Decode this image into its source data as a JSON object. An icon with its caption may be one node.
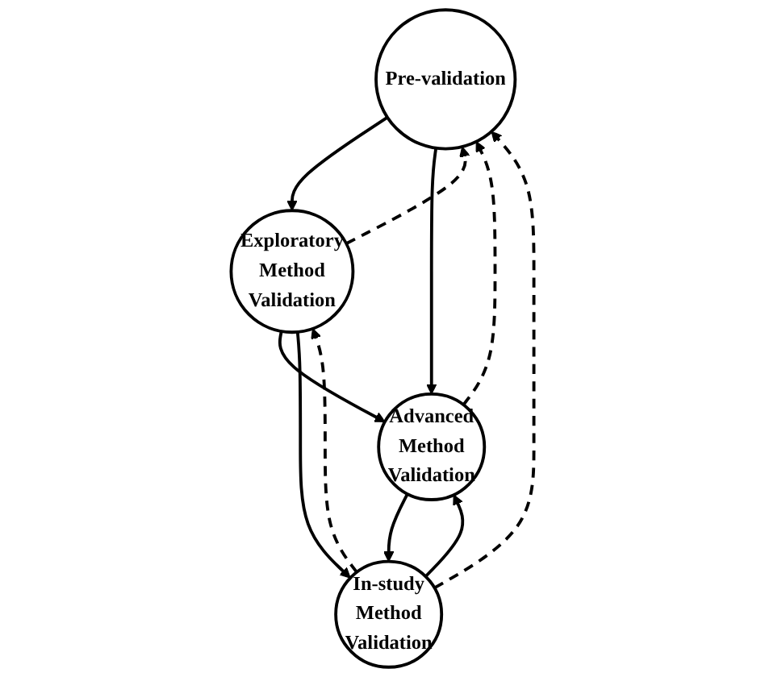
{
  "diagram": {
    "nodes": [
      {
        "text": [
          "Pre-validation"
        ]
      },
      {
        "text": [
          "Exploratory Method Validation"
        ]
      },
      {
        "text": [
          "Advanced Method Validation"
        ]
      },
      {
        "text": [
          "In-study Method Validation"
        ]
      }
    ],
    "edges": [
      {
        "from": 0,
        "to": 1,
        "arrow": "to"
      },
      {
        "from": 1,
        "to": 0,
        "arrow": "to",
        "style": "dashed"
      },
      {
        "from": 0,
        "to": 2,
        "arrow": "to"
      },
      {
        "from": 2,
        "to": 0,
        "arrow": "to",
        "style": "dashed"
      },
      {
        "from": 1,
        "to": 2,
        "arrow": "to"
      },
      {
        "from": 3,
        "to": 0,
        "arrow": "to",
        "style": "dashed"
      },
      {
        "from": 1,
        "to": 3,
        "arrow": "to"
      },
      {
        "from": 3,
        "to": 1,
        "arrow": "to",
        "style": "dashed"
      },
      {
        "from": 3,
        "to": 2,
        "arrow": "to"
      },
      {
        "from": 2,
        "to": 3,
        "arrow": "to"
      }
    ]
  }
}
